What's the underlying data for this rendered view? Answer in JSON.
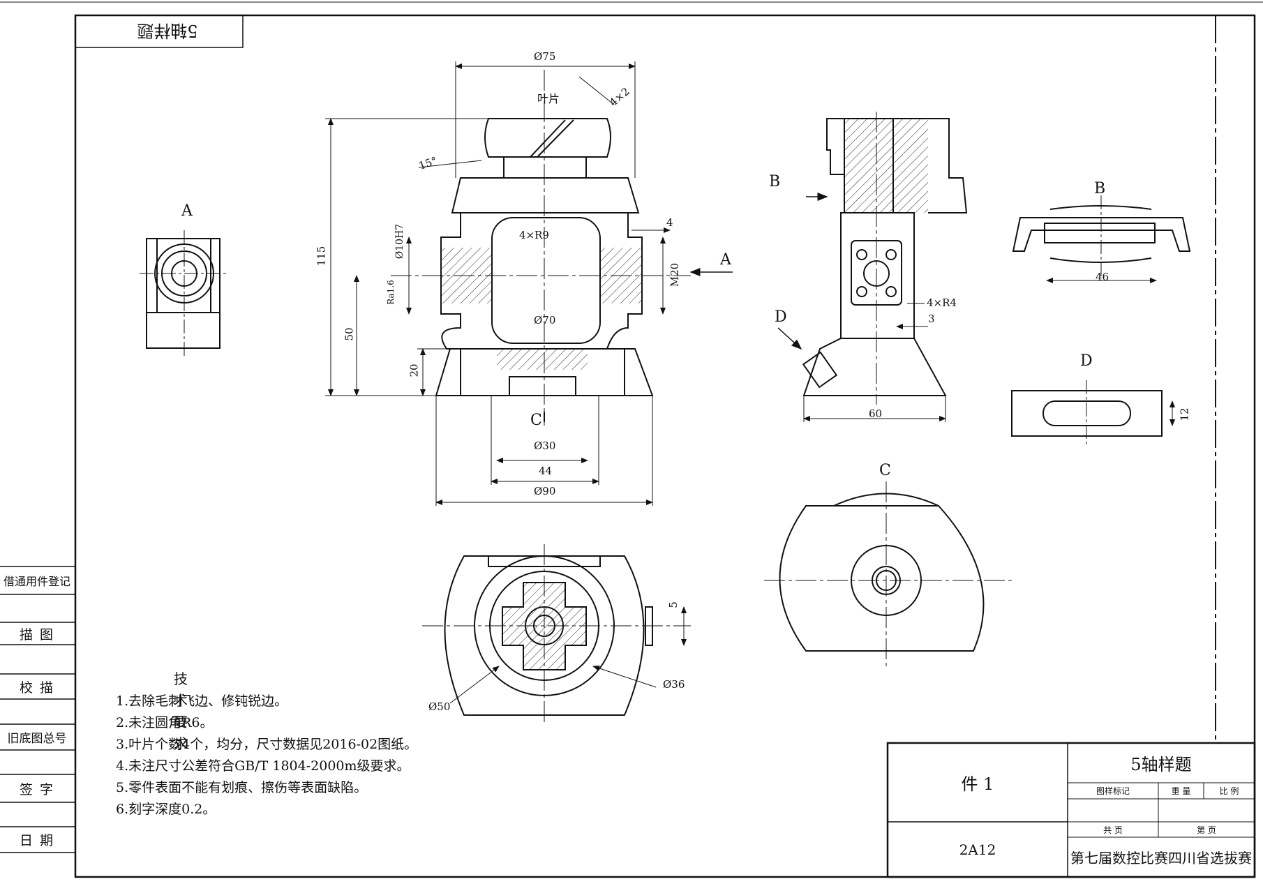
{
  "drawing": {
    "mirrored_tag": "5轴样题",
    "title": "5轴样题",
    "part_label": "件 1",
    "material": "2A12",
    "organization": "第七届数控比赛四川省选拔赛",
    "tb_cells": [
      "图样标记",
      "重 量",
      "比 例",
      "共 页",
      "第 页"
    ]
  },
  "side_panel": {
    "rows": [
      "借通用件登记",
      "描 图",
      "校 描",
      "旧底图总号",
      "签 字",
      "日 期"
    ]
  },
  "notes": {
    "heading": "技术要求",
    "lines": [
      "1.去除毛刺飞边、修钝锐边。",
      "2.未注圆角R6。",
      "3.叶片个数4个，均分，尺寸数据见2016-02图纸。",
      "4.未注尺寸公差符合GB/T 1804-2000m级要求。",
      "5.零件表面不能有划痕、擦伤等表面缺陷。",
      "6.刻字深度0.2。"
    ]
  },
  "views": {
    "labels": {
      "A_left": "A",
      "A_arrow": "A",
      "B_arrow": "B",
      "B_view": "B",
      "C_arrow": "C",
      "C_view": "C",
      "D_arrow": "D",
      "D_view": "D"
    },
    "blade_label": "叶片"
  },
  "dimensions": {
    "d75": "Ø75",
    "chamfer": "4×2",
    "angle": "15°",
    "h115": "115",
    "h50": "50",
    "h20": "20",
    "d10": "Ø10H7",
    "ra": "Ra1.6",
    "fillet": "4×R9",
    "w4": "4",
    "m20": "M20",
    "d70": "Ø70",
    "d30": "Ø30",
    "w44": "44",
    "d90": "Ø90",
    "w46": "46",
    "w60": "60",
    "r4": "4×R4",
    "w3": "3",
    "w12": "12",
    "w5": "5",
    "d36": "Ø36",
    "d50": "Ø50"
  }
}
